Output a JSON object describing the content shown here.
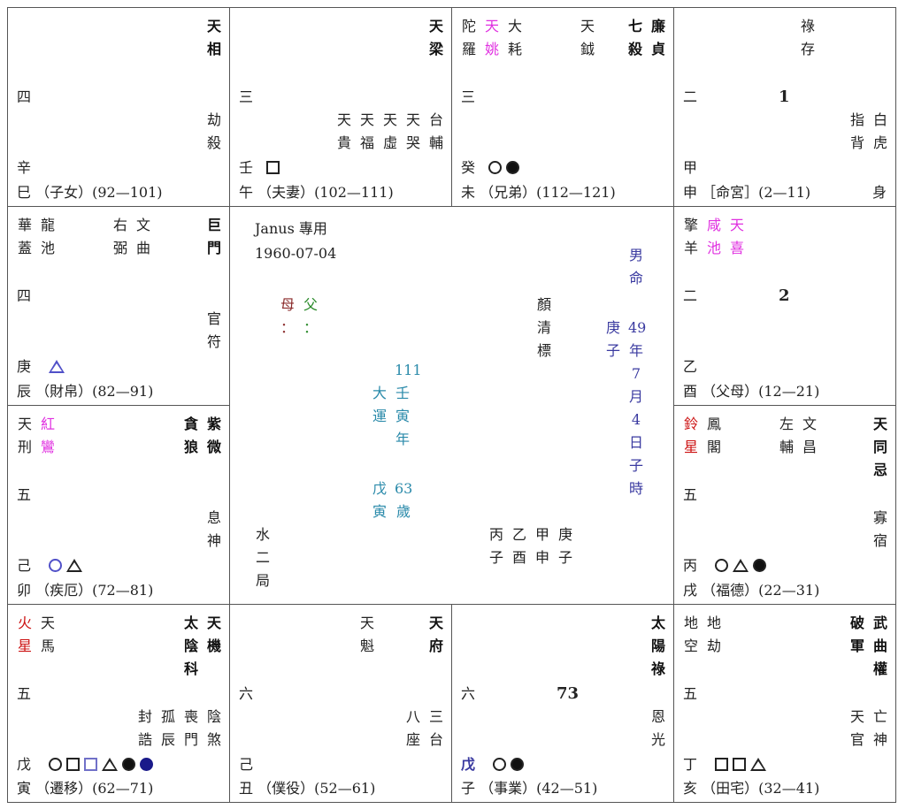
{
  "colors": {
    "pink": "#e030e0",
    "red": "#cc1111",
    "teal": "#2a8aaa",
    "navy": "#3a3aa0",
    "green": "#2a8a2a",
    "brown": "#8a2a2a",
    "border": "#555555"
  },
  "cells": {
    "si": {
      "major": [
        [
          "天",
          "相"
        ]
      ],
      "minor": [],
      "gong_num": "四",
      "shensha": [
        [
          "劫",
          "殺"
        ]
      ],
      "gan": "辛",
      "zhi": "巳",
      "palace": "（子女）",
      "range": "(92—101)"
    },
    "wu": {
      "major": [
        [
          "天",
          "梁"
        ]
      ],
      "minor": [
        [
          "台",
          "輔"
        ],
        [
          "天",
          "哭"
        ],
        [
          "天",
          "虛"
        ],
        [
          "天",
          "福"
        ],
        [
          "天",
          "貴"
        ]
      ],
      "gong_num": "三",
      "gan": "壬",
      "zhi": "午",
      "palace": "（夫妻）",
      "range": "(102—111)"
    },
    "wei": {
      "major": [
        [
          "廉",
          "貞"
        ],
        [
          "七",
          "殺"
        ]
      ],
      "left": [
        [
          "陀",
          "羅"
        ],
        [
          "天",
          "姚"
        ],
        [
          "大",
          "耗"
        ]
      ],
      "mid": [
        [
          "天",
          "鉞"
        ]
      ],
      "gong_num": "三",
      "gan": "癸",
      "zhi": "未",
      "palace": "（兄弟）",
      "range": "(112—121)"
    },
    "shen": {
      "top": [
        [
          "祿",
          "存"
        ]
      ],
      "gong_num": "二",
      "order": "1",
      "shensha": [
        [
          "白",
          "虎"
        ],
        [
          "指",
          "背"
        ]
      ],
      "gan": "甲",
      "zhi": "申",
      "palace": "［命宮］",
      "range": "(2—11)",
      "shen_mark": "身"
    },
    "chen": {
      "major": [
        [
          "巨",
          "門"
        ]
      ],
      "left": [
        [
          "華",
          "蓋"
        ],
        [
          "龍",
          "池"
        ]
      ],
      "mid": [
        [
          "文",
          "曲"
        ],
        [
          "右",
          "弼"
        ]
      ],
      "gong_num": "四",
      "shensha": [
        [
          "官",
          "符"
        ]
      ],
      "gan": "庚",
      "zhi": "辰",
      "palace": "（財帛）",
      "range": "(82—91)"
    },
    "you": {
      "left": [
        [
          "擎",
          "羊"
        ],
        [
          "咸",
          "池"
        ],
        [
          "天",
          "喜"
        ]
      ],
      "gong_num": "二",
      "order": "2",
      "gan": "乙",
      "zhi": "酉",
      "palace": "（父母）",
      "range": "(12—21)"
    },
    "mao": {
      "major": [
        [
          "紫",
          "微"
        ],
        [
          "貪",
          "狼"
        ]
      ],
      "left": [
        [
          "天",
          "刑"
        ],
        [
          "紅",
          "鸞"
        ]
      ],
      "gong_num": "五",
      "shensha": [
        [
          "息",
          "神"
        ]
      ],
      "gan": "己",
      "zhi": "卯",
      "palace": "（疾厄）",
      "range": "(72—81)"
    },
    "xu": {
      "major": [
        [
          "天",
          "同",
          "忌"
        ]
      ],
      "left": [
        [
          "鈴",
          "星"
        ],
        [
          "鳳",
          "閣"
        ]
      ],
      "mid": [
        [
          "文",
          "昌"
        ],
        [
          "左",
          "輔"
        ]
      ],
      "gong_num": "五",
      "shensha": [
        [
          "寡",
          "宿"
        ]
      ],
      "gan": "丙",
      "zhi": "戌",
      "palace": "（福德）",
      "range": "(22—31)"
    },
    "yin": {
      "major": [
        [
          "天",
          "機"
        ],
        [
          "太",
          "陰",
          "科"
        ]
      ],
      "left": [
        [
          "火",
          "星"
        ],
        [
          "天",
          "馬"
        ]
      ],
      "gong_num": "五",
      "shensha": [
        [
          "陰",
          "煞"
        ],
        [
          "喪",
          "門"
        ],
        [
          "孤",
          "辰"
        ],
        [
          "封",
          "誥"
        ]
      ],
      "gan": "戊",
      "zhi": "寅",
      "palace": "（遷移）",
      "range": "(62—71)"
    },
    "chou": {
      "major": [
        [
          "天",
          "府"
        ]
      ],
      "mid": [
        [
          "天",
          "魁"
        ]
      ],
      "gong_num": "六",
      "shensha": [
        [
          "三",
          "台"
        ],
        [
          "八",
          "座"
        ]
      ],
      "gan": "己",
      "zhi": "丑",
      "palace": "（僕役）",
      "range": "(52—61)"
    },
    "zi": {
      "major": [
        [
          "太",
          "陽",
          "祿"
        ]
      ],
      "gong_num": "六",
      "order": "73",
      "shensha": [
        [
          "恩",
          "光"
        ]
      ],
      "gan": "戊",
      "zhi": "子",
      "palace": "（事業）",
      "range": "(42—51)"
    },
    "hai": {
      "major": [
        [
          "武",
          "曲",
          "權"
        ],
        [
          "破",
          "軍"
        ]
      ],
      "left": [
        [
          "地",
          "空"
        ],
        [
          "地",
          "劫"
        ]
      ],
      "gong_num": "五",
      "shensha": [
        [
          "亡",
          "神"
        ],
        [
          "天",
          "官"
        ]
      ],
      "gan": "丁",
      "zhi": "亥",
      "palace": "（田宅）",
      "range": "(32—41)"
    }
  },
  "center": {
    "name_line": "Janus 專用",
    "date_line": "1960-07-04",
    "mu": "母",
    "fu": "父",
    "colon": "：",
    "yan": [
      "顏",
      "清",
      "標"
    ],
    "gender": [
      "男",
      "命"
    ],
    "birth": [
      "庚",
      "子",
      "49",
      "年",
      "7",
      "月",
      "4",
      "日",
      "子",
      "時"
    ],
    "dayun_label": [
      "大",
      "運"
    ],
    "dayun_num": "111",
    "dayun_year": [
      "壬",
      "寅",
      "年"
    ],
    "age_gz": [
      "戊",
      "寅"
    ],
    "age_num": "63",
    "age_char": "歲",
    "ju": [
      "水",
      "二",
      "局"
    ],
    "pillars": [
      [
        "丙",
        "子"
      ],
      [
        "乙",
        "酉"
      ],
      [
        "甲",
        "申"
      ],
      [
        "庚",
        "子"
      ]
    ]
  }
}
